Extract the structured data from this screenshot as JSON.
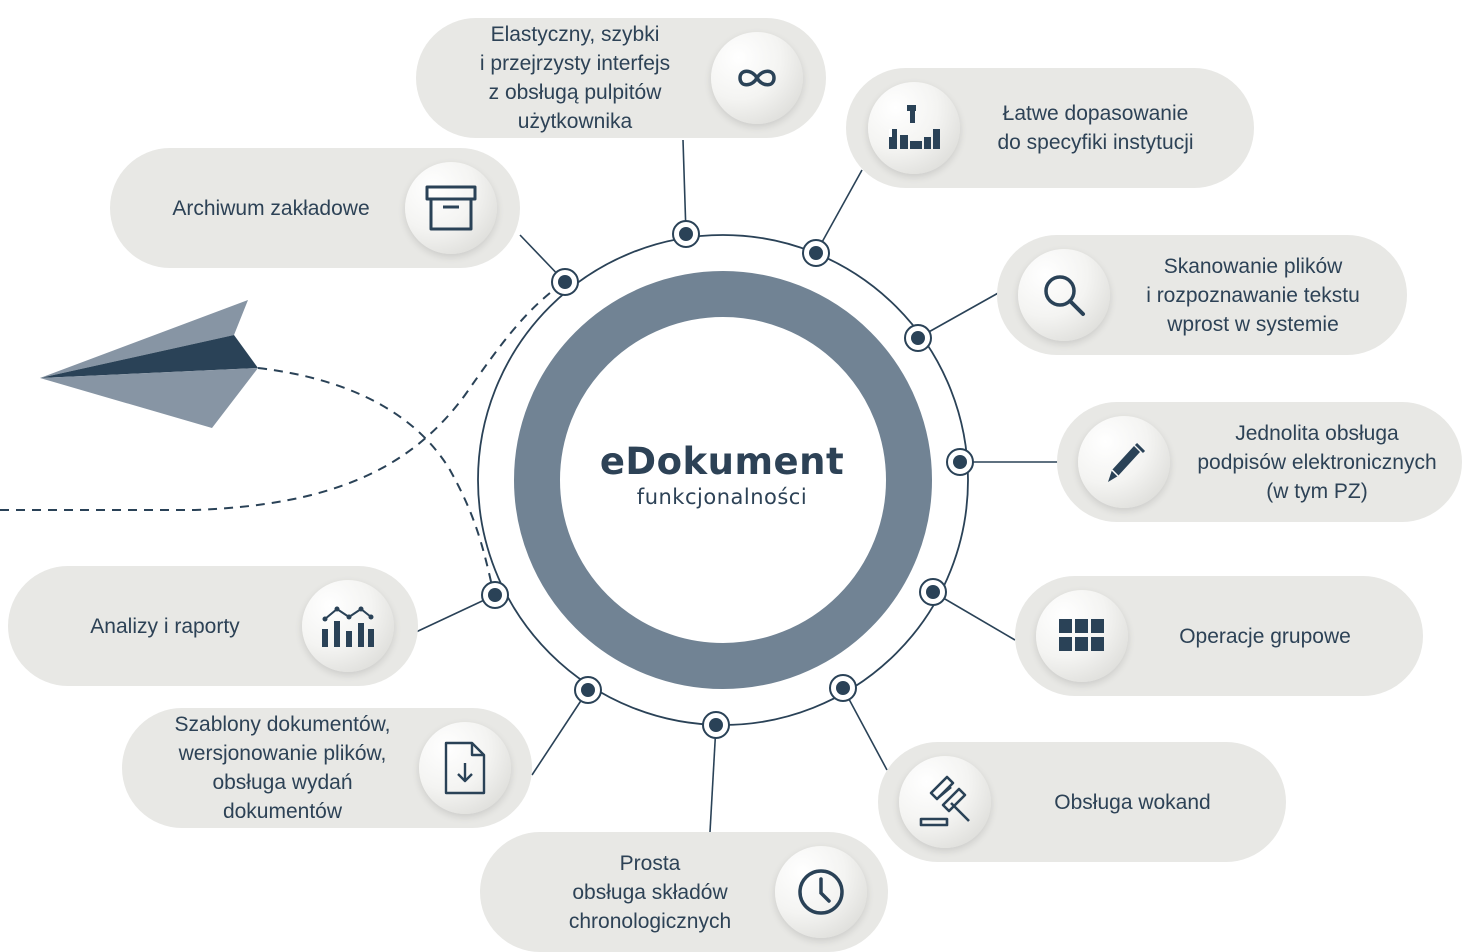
{
  "center": {
    "title": "eDokument",
    "subtitle": "funkcjonalności"
  },
  "colors": {
    "ring": "#718394",
    "navy": "#2a4257",
    "pill": "#e8e8e5"
  },
  "features": [
    {
      "id": "interfejs",
      "lines": [
        "Elastyczny, szybki",
        "i przejrzysty interfejs",
        "z obsługą pulpitów",
        "użytkownika"
      ],
      "icon": "infinity-icon"
    },
    {
      "id": "dopasowanie",
      "lines": [
        "Łatwe dopasowanie",
        "do specyfiki instytucji"
      ],
      "icon": "blocks-icon"
    },
    {
      "id": "skanowanie",
      "lines": [
        "Skanowanie plików",
        "i rozpoznawanie tekstu",
        "wprost w systemie"
      ],
      "icon": "magnifier-icon"
    },
    {
      "id": "podpisy",
      "lines": [
        "Jednolita obsługa",
        "podpisów elektronicznych",
        "(w tym PZ)"
      ],
      "icon": "pen-icon"
    },
    {
      "id": "grupowe",
      "lines": [
        "Operacje grupowe"
      ],
      "icon": "grid-icon"
    },
    {
      "id": "wokandy",
      "lines": [
        "Obsługa wokand"
      ],
      "icon": "gavel-icon"
    },
    {
      "id": "sklady",
      "lines": [
        "Prosta",
        "obsługa składów",
        "chronologicznych"
      ],
      "icon": "clock-icon"
    },
    {
      "id": "szablony",
      "lines": [
        "Szablony dokumentów,",
        "wersjonowanie plików,",
        "obsługa wydań",
        "dokumentów"
      ],
      "icon": "document-download-icon"
    },
    {
      "id": "analizy",
      "lines": [
        "Analizy i raporty"
      ],
      "icon": "bar-chart-icon"
    },
    {
      "id": "archiwum",
      "lines": [
        "Archiwum zakładowe"
      ],
      "icon": "archive-box-icon"
    }
  ]
}
